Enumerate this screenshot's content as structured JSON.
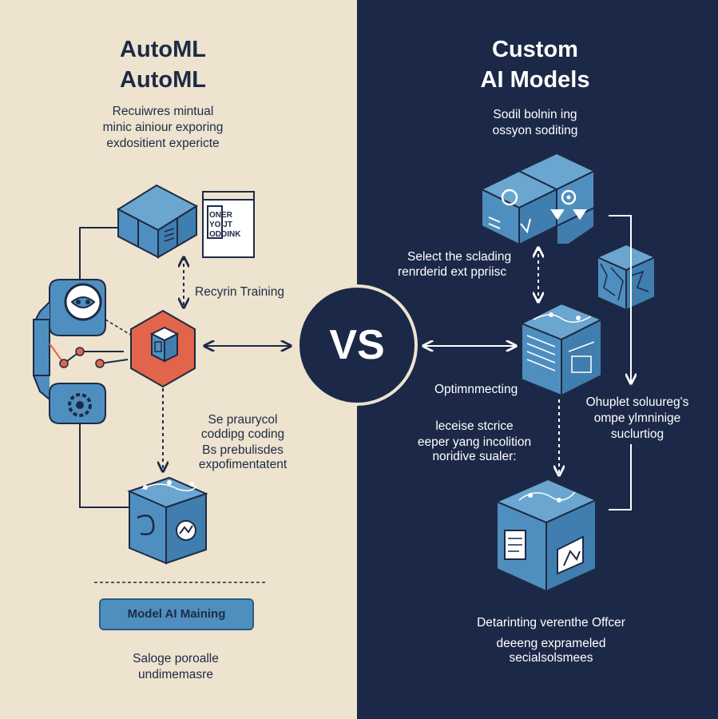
{
  "left": {
    "title_line1": "AutoML",
    "title_line2": "AutoML",
    "subtitle_line1": "Recuiwres mintual",
    "subtitle_line2": "minic ainiour exporing",
    "subtitle_line3": "exdositient expericte",
    "label_training": "Recyrin Training",
    "label_coding_line1": "Se praurycol",
    "label_coding_line2": "coddipg coding",
    "label_coding_line3": "Bs prebulisdes",
    "label_coding_line4": "expofimentatent",
    "screen_text_line1": "ONER",
    "screen_text_line2": "YOIJT",
    "screen_text_line3": "ODDINK",
    "button_label": "Model AI Maining",
    "footer_line1": "Saloge poroalle",
    "footer_line2": "undimemasre",
    "bg_color": "#ede3cf"
  },
  "vs": {
    "label": "VS"
  },
  "right": {
    "title_line1": "Custom",
    "title_line2": "AI Models",
    "subtitle_line1": "Sodil bolnin ing",
    "subtitle_line2": "ossyon soditing",
    "label_select_line1": "Select the sclading",
    "label_select_line2": "renrderid ext ppriisc",
    "label_optim": "Optimnmecting",
    "label_output_line1": "Ohuplet soluureg's",
    "label_output_line2": "ompe ylmninige",
    "label_output_line3": "suclurtiog",
    "label_leceise_line1": "leceise stcrice",
    "label_leceise_line2": "eeper yang incolition",
    "label_leceise_line3": "noridive sualer:",
    "footer_line1": "Detarinting verenthe Offcer",
    "footer_line2": "deeeng exprameled",
    "footer_line3": "secialsolsmees",
    "bg_color": "#1b2847"
  },
  "colors": {
    "accent_blue": "#4f8fbf",
    "outline_navy": "#1e2a45",
    "accent_orange": "#e2644b"
  },
  "icons": [
    "cube-icon",
    "browser-window-icon",
    "robot-face-icon",
    "gear-icon",
    "circuit-icon",
    "code-cube-icon",
    "network-cube-icon",
    "document-cube-icon",
    "image-icon",
    "texture-cube-icon"
  ]
}
